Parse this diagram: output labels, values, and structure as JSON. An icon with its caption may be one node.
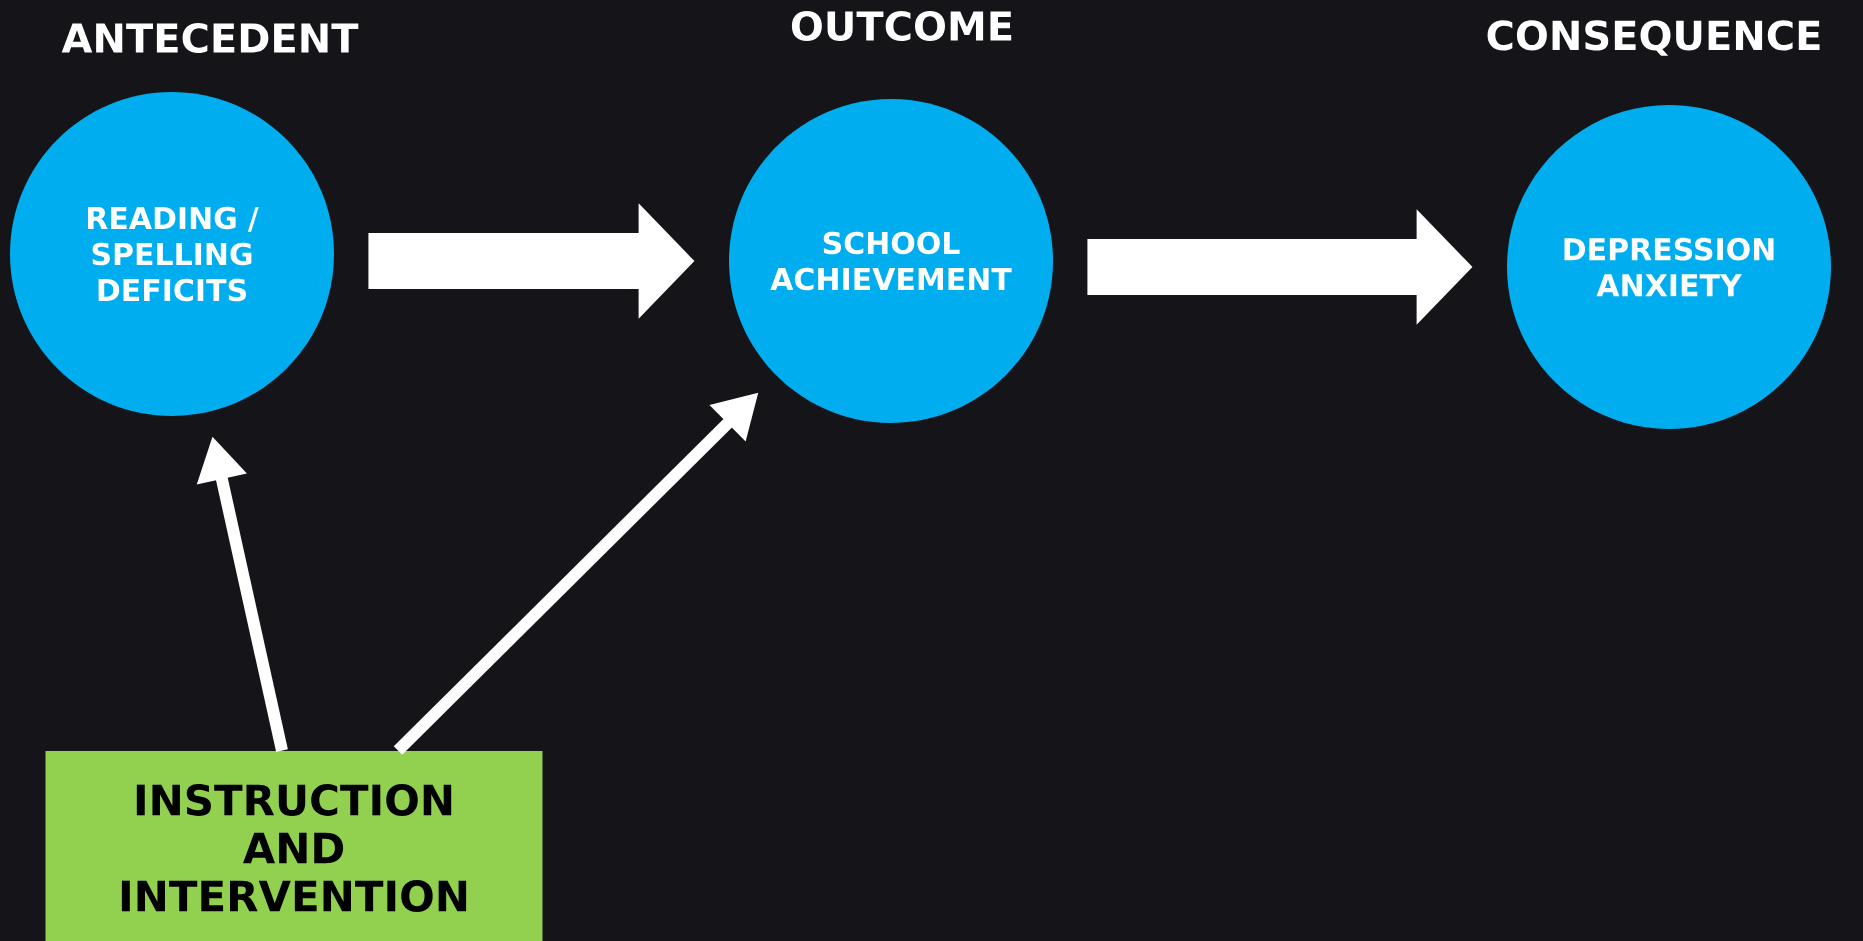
{
  "diagram": {
    "nodes": [
      {
        "text": [
          "READING / SPELLING DEFICITS"
        ]
      },
      {
        "text": [
          "SCHOOL ACHIEVEMENT"
        ]
      },
      {
        "text": [
          "DEPRESSION ANXIETY"
        ]
      },
      {
        "text": [
          "INSTRUCTION AND INTERVENTION"
        ]
      }
    ],
    "edges": [
      {
        "from": 0,
        "to": 1,
        "arrow": "to",
        "style": "thick"
      },
      {
        "from": 1,
        "to": 2,
        "arrow": "to",
        "style": "thick"
      },
      {
        "from": 3,
        "to": 0,
        "arrow": "to"
      },
      {
        "from": 3,
        "to": 1,
        "arrow": "to"
      }
    ],
    "labels": [
      "ANTECEDENT",
      "OUTCOME",
      "CONSEQUENCE"
    ]
  }
}
